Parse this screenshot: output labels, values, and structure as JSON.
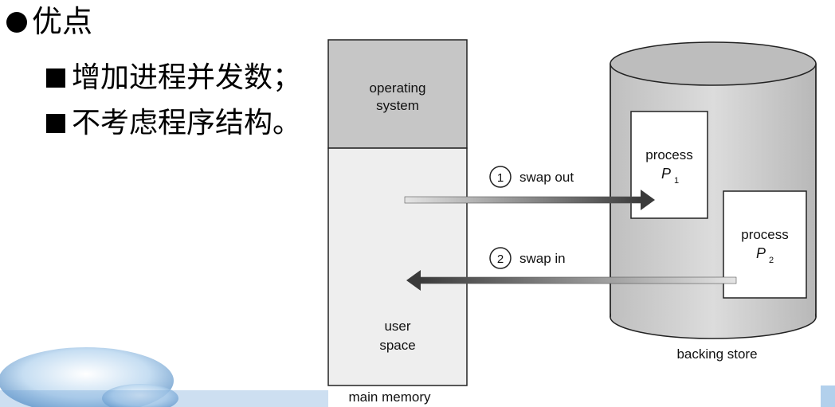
{
  "slide": {
    "heading": "优点",
    "items": [
      "增加进程并发数；",
      "不考虑程序结构。"
    ]
  },
  "diagram": {
    "memory": {
      "os_label_line1": "operating",
      "os_label_line2": "system",
      "user_label_line1": "user",
      "user_label_line2": "space",
      "caption": "main memory"
    },
    "store": {
      "caption": "backing store",
      "process1_label": "process",
      "process1_name": "P",
      "process1_sub": "1",
      "process2_label": "process",
      "process2_name": "P",
      "process2_sub": "2"
    },
    "arrows": {
      "out_step": "1",
      "out_label": "swap out",
      "in_step": "2",
      "in_label": "swap in"
    }
  },
  "colors": {
    "os_region": "#c6c6c6",
    "user_region": "#eeeeee",
    "cylinder_body": "#d0d0d0",
    "cylinder_top": "#bdbdbd",
    "process_box": "#ffffff",
    "arrow_dark": "#3a3a3a"
  }
}
